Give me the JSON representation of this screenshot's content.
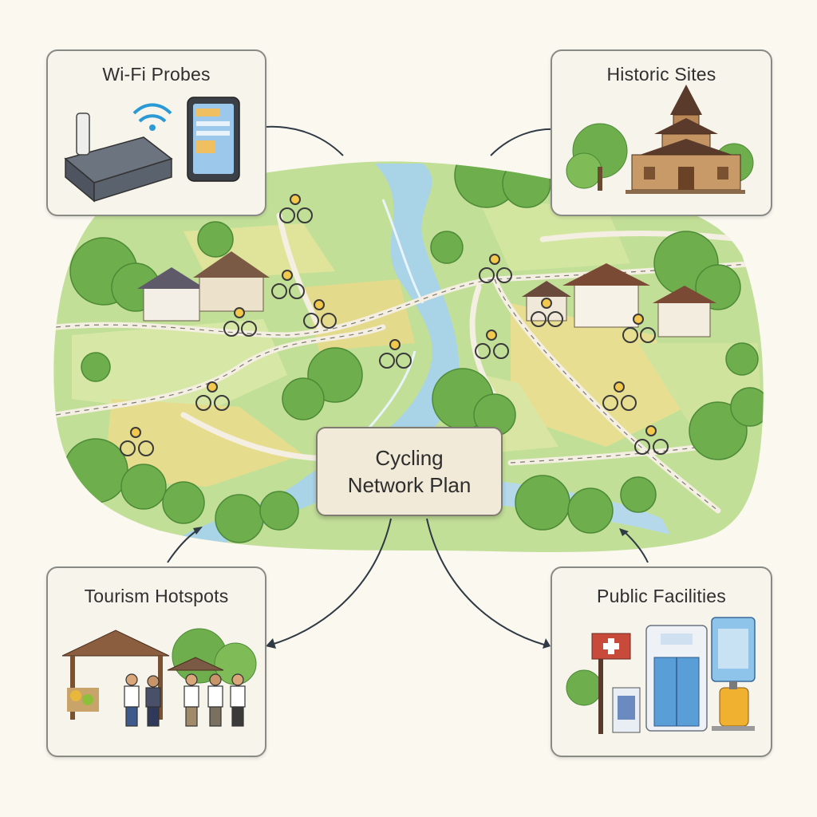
{
  "center": {
    "line1": "Cycling",
    "line2": "Network Plan"
  },
  "nodes": {
    "wifi": {
      "title": "Wi-Fi Probes",
      "icon": "wifi-router-phone-icon"
    },
    "historic": {
      "title": "Historic Sites",
      "icon": "pagoda-temple-icon"
    },
    "tourism": {
      "title": "Tourism Hotspots",
      "icon": "pavilion-tourists-icon"
    },
    "facilities": {
      "title": "Public Facilities",
      "icon": "public-facilities-icon"
    }
  },
  "colors": {
    "background": "#fbf8f0",
    "grass": "#b9d98c",
    "field": "#e8dc8c",
    "river": "#a9d3e6",
    "tree": "#6fae4c",
    "path": "#f4efe2",
    "arrow": "#2f3a44",
    "card_border": "#8a8a85"
  }
}
